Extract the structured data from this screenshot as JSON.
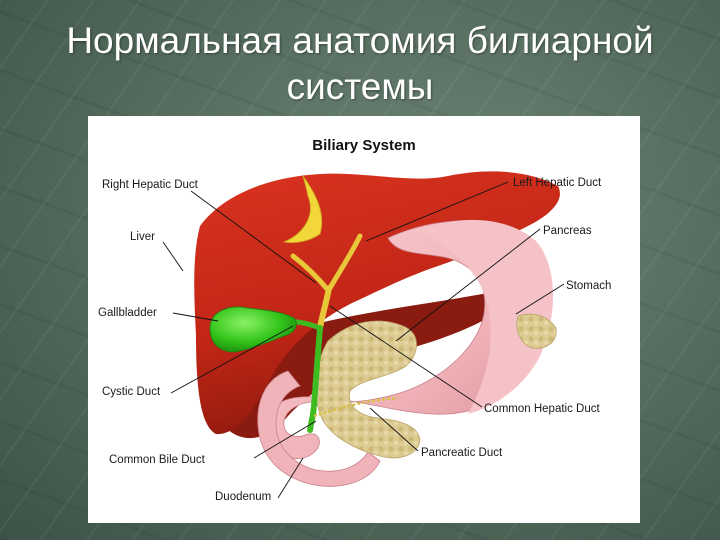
{
  "slide": {
    "title_line1": "Нормальная анатомия билиарной",
    "title_line2": "системы"
  },
  "figure": {
    "title": "Biliary System",
    "labels": {
      "right_hepatic_duct": "Right Hepatic Duct",
      "liver": "Liver",
      "gallbladder": "Gallbladder",
      "cystic_duct": "Cystic Duct",
      "common_bile_duct": "Common Bile Duct",
      "duodenum": "Duodenum",
      "left_hepatic_duct": "Left Hepatic Duct",
      "pancreas": "Pancreas",
      "stomach": "Stomach",
      "common_hepatic_duct": "Common Hepatic Duct",
      "pancreatic_duct": "Pancreatic Duct"
    },
    "colors": {
      "liver": "#c62a1a",
      "stomach": "#f2b8bd",
      "gallbladder": "#33cc1a",
      "pancreas": "#d8c48c",
      "ducts": "#f0d050"
    }
  }
}
